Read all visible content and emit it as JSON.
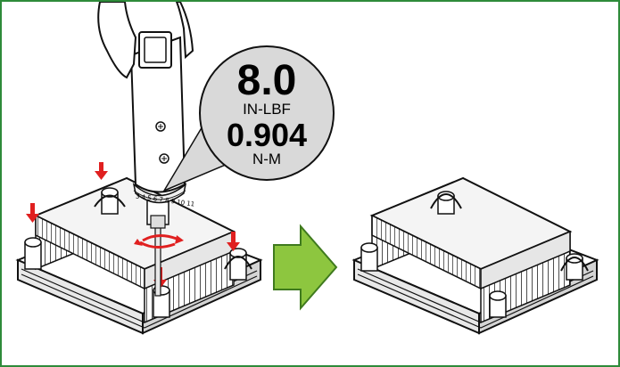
{
  "torque": {
    "value_inlbf": "8.0",
    "unit_inlbf": "IN-LBF",
    "value_nm": "0.904",
    "unit_nm": "N-M"
  },
  "scale": {
    "label": "3 4 5 6 7 8 9 10 11"
  },
  "colors": {
    "border": "#2e8b3a",
    "arrow_fill": "#8dc63f",
    "arrow_stroke": "#3f7a1e",
    "red_arrow": "#e02020",
    "callout_fill": "#d9d9d9"
  },
  "icons": [
    "down-arrow-icon",
    "rotation-arrow-icon",
    "next-step-arrow-icon",
    "screwdriver-icon",
    "heatsink-icon"
  ]
}
